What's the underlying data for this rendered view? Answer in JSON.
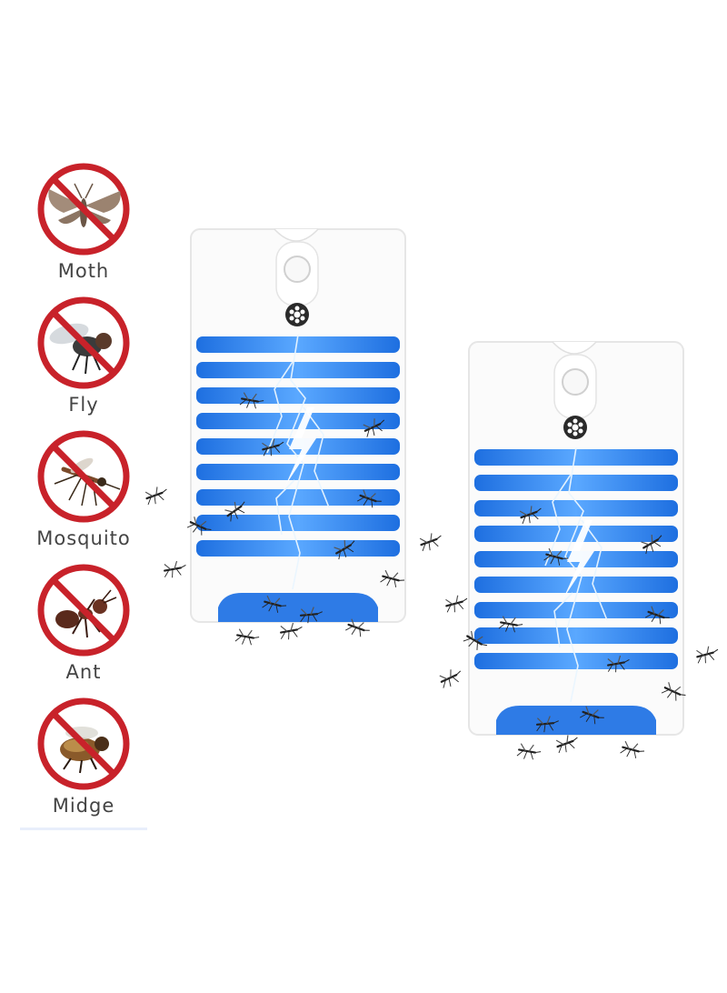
{
  "insects": [
    {
      "label": "Moth",
      "icon": "moth-icon"
    },
    {
      "label": "Fly",
      "icon": "fly-icon"
    },
    {
      "label": "Mosquito",
      "icon": "mosquito-icon"
    },
    {
      "label": "Ant",
      "icon": "ant-icon"
    },
    {
      "label": "Midge",
      "icon": "midge-icon"
    }
  ],
  "colors": {
    "prohibition_red": "#c8222a",
    "zapper_blue": "#2f7fe8",
    "zapper_body": "#fbfbfb",
    "label_text": "#444444"
  }
}
